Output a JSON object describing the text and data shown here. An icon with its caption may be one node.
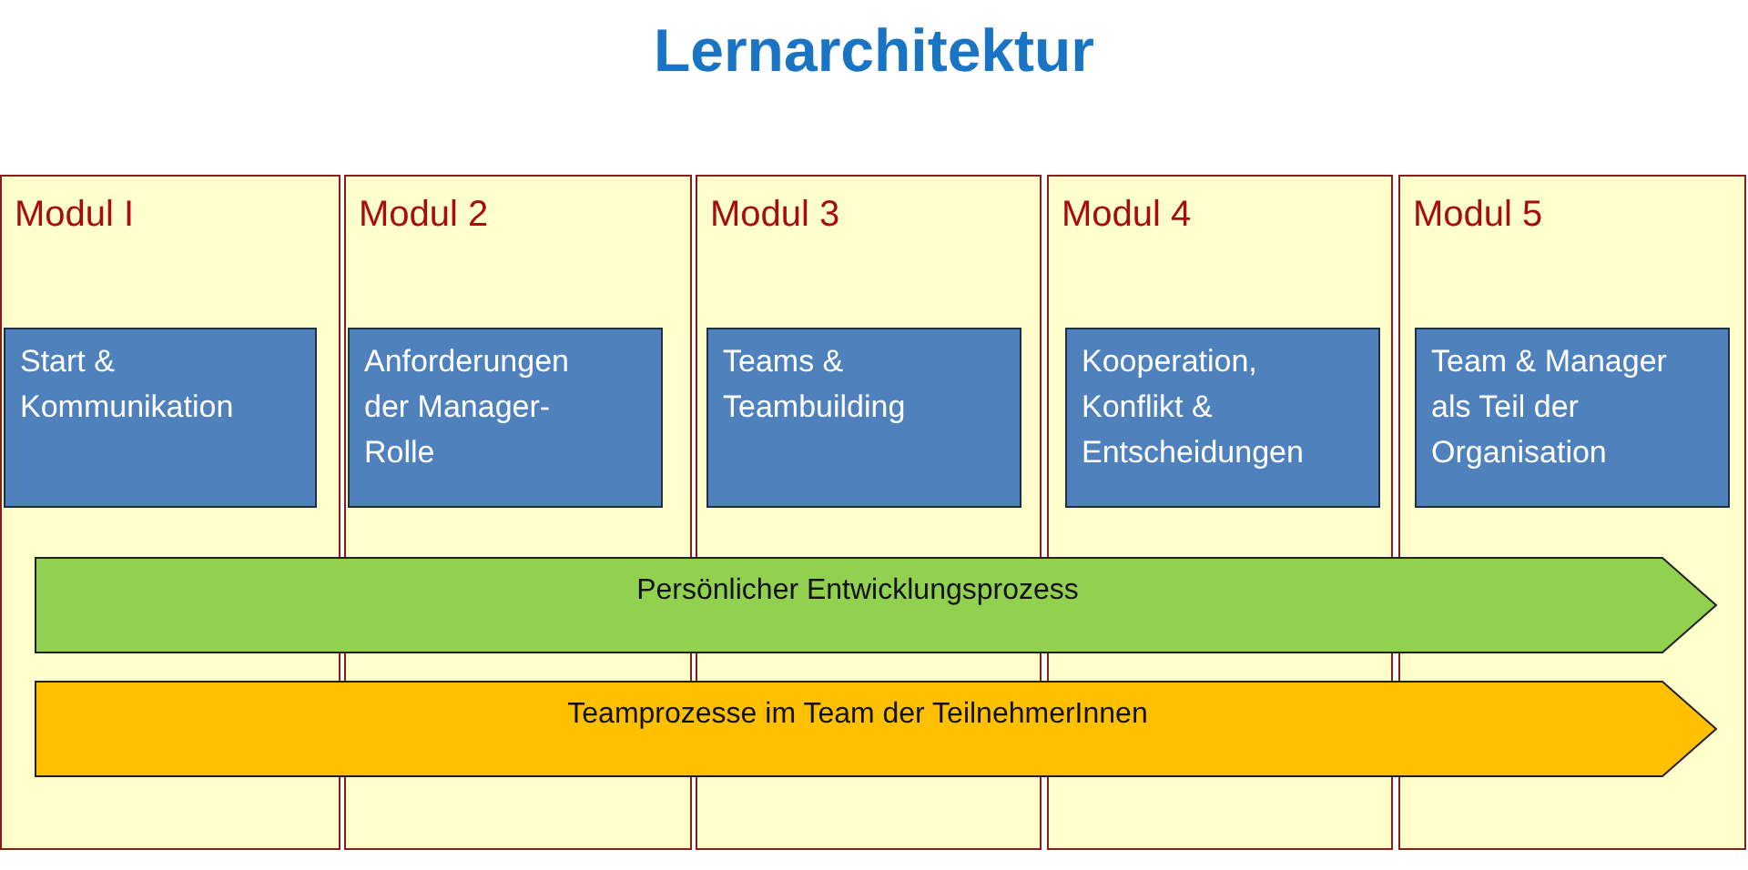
{
  "diagram": {
    "title": "Lernarchitektur",
    "nodes": [
      {
        "text": [
          "Modul I"
        ]
      },
      {
        "text": [
          "Start & Kommunikation"
        ],
        "in": 0
      },
      {
        "text": [
          "Modul 2"
        ]
      },
      {
        "text": [
          "Anforderungen der Manager-Rolle"
        ],
        "in": 2
      },
      {
        "text": [
          "Modul 3"
        ]
      },
      {
        "text": [
          "Teams & Teambuilding"
        ],
        "in": 4
      },
      {
        "text": [
          "Modul 4"
        ]
      },
      {
        "text": [
          "Kooperation, Konflikt & Entscheidungen"
        ],
        "in": 6
      },
      {
        "text": [
          "Modul 5"
        ]
      },
      {
        "text": [
          "Team & Manager als Teil der Organisation"
        ],
        "in": 8
      },
      {
        "text": [
          "Persönlicher Entwicklungsprozess"
        ]
      },
      {
        "text": [
          "Teamprozesse im Team der TeilnehmerInnen"
        ]
      }
    ]
  }
}
